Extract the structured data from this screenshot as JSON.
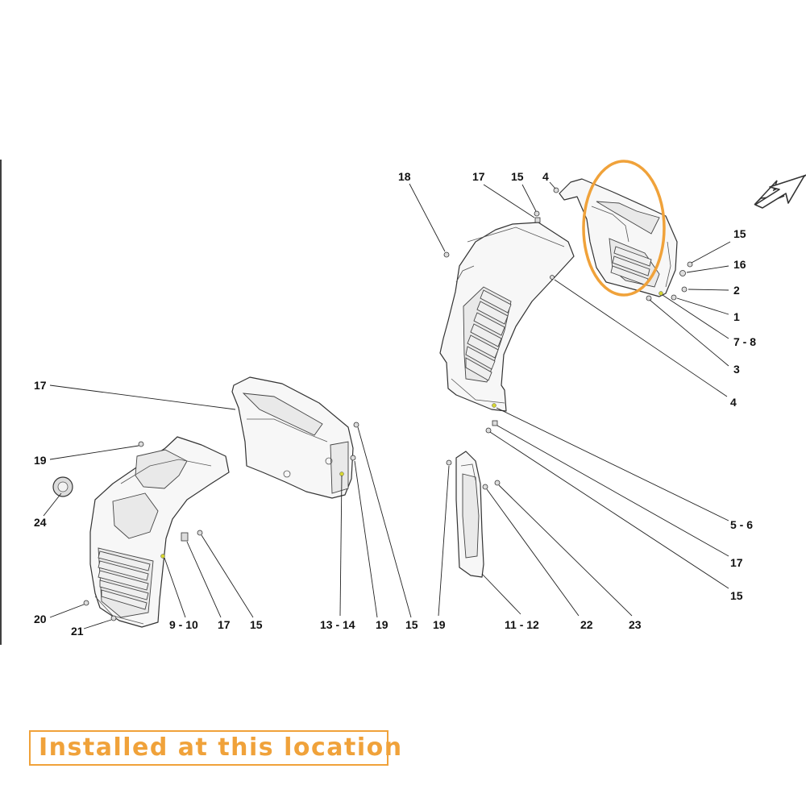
{
  "highlight_color": "#f0a23a",
  "caption": "Installed at this location",
  "callouts": {
    "c18": "18",
    "c17a": "17",
    "c15a": "15",
    "c4a": "4",
    "c15b": "15",
    "c16": "16",
    "c2": "2",
    "c1": "1",
    "c78": "7 - 8",
    "c3": "3",
    "c4b": "4",
    "c17b": "17",
    "c19a": "19",
    "c24": "24",
    "c20": "20",
    "c21": "21",
    "c910": "9 - 10",
    "c17c": "17",
    "c15c": "15",
    "c1314": "13 - 14",
    "c19b": "19",
    "c15d": "15",
    "c19c": "19",
    "c1112": "11 - 12",
    "c22": "22",
    "c23": "23",
    "c56": "5 - 6",
    "c17d": "17",
    "c15e": "15"
  },
  "icons": {
    "direction": "direction-arrow-icon",
    "highlight": "highlight-ellipse"
  }
}
